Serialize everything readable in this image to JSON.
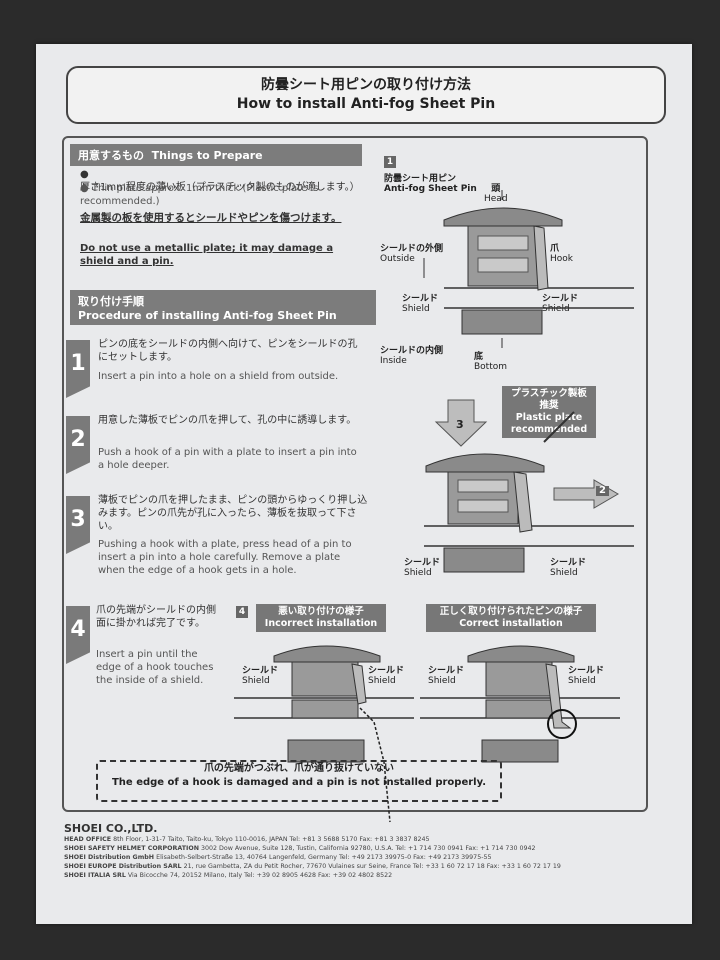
{
  "title": {
    "jp": "防曇シート用ピンの取り付け方法",
    "en": "How to install Anti-fog Sheet Pin"
  },
  "prepare": {
    "header_jp": "用意するもの",
    "header_en": "Things to Prepare",
    "item_jp": "厚さ1mm程度の薄い板（プラスチック製のものが適します。）",
    "item_en": "Thin plate approx. 1mm thick (Plastic plate is recommended.)",
    "caution_jp": "金属製の板を使用するとシールドやピンを傷つけます。",
    "caution_en": "Do not use a metallic plate; it may damage a shield and a pin."
  },
  "procedure": {
    "header_jp": "取り付け手順",
    "header_en": "Procedure of installing Anti-fog Sheet Pin"
  },
  "steps": [
    {
      "num": "1",
      "jp": "ピンの底をシールドの内側へ向けて、ピンをシールドの孔にセットします。",
      "en": "Insert a pin into a hole on a shield from outside."
    },
    {
      "num": "2",
      "jp": "用意した薄板でピンの爪を押して、孔の中に誘導します。",
      "en": "Push a hook of a pin with a plate to insert a pin into a hole deeper."
    },
    {
      "num": "3",
      "jp": "薄板でピンの爪を押したまま、ピンの頭からゆっくり押し込みます。ピンの爪先が孔に入ったら、薄板を抜取って下さい。",
      "en": "Pushing a hook with a plate, press head of a pin to insert a pin into a hole carefully. Remove a plate when the edge of a hook gets in a hole."
    },
    {
      "num": "4",
      "jp": "爪の先端がシールドの内側面に掛かれば完了です。",
      "en": "Insert a pin until the edge of a hook touches the inside of a shield."
    }
  ],
  "diagram1": {
    "num": "1",
    "pin_jp": "防曇シート用ピン",
    "pin_en": "Anti-fog Sheet Pin",
    "head_jp": "頭",
    "head_en": "Head",
    "outside_jp": "シールドの外側",
    "outside_en": "Outside",
    "hook_jp": "爪",
    "hook_en": "Hook",
    "shield_jp": "シールド",
    "shield_en": "Shield",
    "inside_jp": "シールドの内側",
    "inside_en": "Inside",
    "bottom_jp": "底",
    "bottom_en": "Bottom"
  },
  "diagram2": {
    "arrow3": "3",
    "arrow2": "2",
    "plate_jp": "プラスチック製板",
    "plate_jp2": "推奨",
    "plate_en": "Plastic plate",
    "plate_en2": "recommended",
    "shield_jp": "シールド",
    "shield_en": "Shield"
  },
  "diagram4": {
    "num": "4",
    "incorrect_jp": "悪い取り付けの様子",
    "incorrect_en": "Incorrect installation",
    "correct_jp": "正しく取り付けられたピンの様子",
    "correct_en": "Correct installation",
    "shield_jp": "シールド",
    "shield_en": "Shield"
  },
  "warning": {
    "jp": "爪の先端がつぶれ、爪が通り抜けていない",
    "en": "The edge of a hook is damaged and a pin is not installed properly."
  },
  "footer": {
    "company": "SHOEI CO.,LTD.",
    "lines": [
      {
        "name": "HEAD OFFICE",
        "text": "8th Floor, 1-31-7 Taito, Taito-ku, Tokyo 110-0016, JAPAN Tel: +81 3 5688 5170 Fax: +81 3 3837 8245"
      },
      {
        "name": "SHOEI SAFETY HELMET CORPORATION",
        "text": "3002 Dow Avenue, Suite 128, Tustin, California 92780, U.S.A. Tel: +1 714 730 0941 Fax: +1 714 730 0942"
      },
      {
        "name": "SHOEI Distribution GmbH",
        "text": "Elisabeth-Selbert-Straße 13, 40764 Langenfeld, Germany Tel: +49 2173 39975-0 Fax: +49 2173 39975-55"
      },
      {
        "name": "SHOEI EUROPE Distribution SARL",
        "text": "21, rue Gambetta, ZA du Petit Rocher, 77670 Vulaines sur Seine, France Tel: +33 1 60 72 17 18 Fax: +33 1 60 72 17 19"
      },
      {
        "name": "SHOEI ITALIA SRL",
        "text": "Via Bicocche 74, 20152 Milano, Italy Tel: +39 02 8905 4628 Fax: +39 02 4802 8522"
      }
    ]
  },
  "colors": {
    "banner": "#7c7c7c",
    "paper": "#e9eaec",
    "background": "#2b2b2b"
  }
}
